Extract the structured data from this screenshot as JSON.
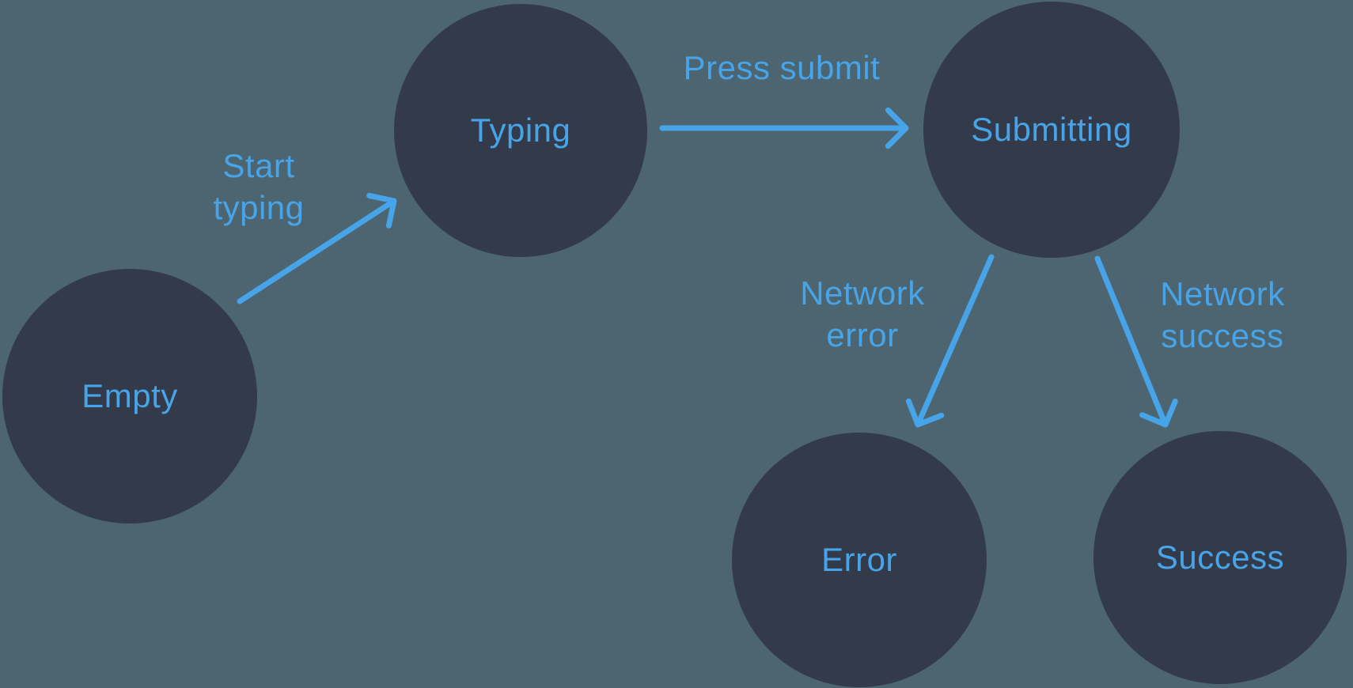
{
  "diagram": {
    "type": "state-machine",
    "nodes": [
      {
        "id": "empty",
        "label": "Empty"
      },
      {
        "id": "typing",
        "label": "Typing"
      },
      {
        "id": "submitting",
        "label": "Submitting"
      },
      {
        "id": "error",
        "label": "Error"
      },
      {
        "id": "success",
        "label": "Success"
      }
    ],
    "edges": [
      {
        "from": "empty",
        "to": "typing",
        "label": "Start typing",
        "label_lines": [
          "Start",
          "typing"
        ]
      },
      {
        "from": "typing",
        "to": "submitting",
        "label": "Press submit",
        "label_lines": [
          "Press submit"
        ]
      },
      {
        "from": "submitting",
        "to": "error",
        "label": "Network error",
        "label_lines": [
          "Network",
          "error"
        ]
      },
      {
        "from": "submitting",
        "to": "success",
        "label": "Network success",
        "label_lines": [
          "Network",
          "success"
        ]
      }
    ]
  },
  "colors": {
    "background": "#4C6571",
    "node_fill": "#333A49",
    "accent": "#47A4E8"
  }
}
